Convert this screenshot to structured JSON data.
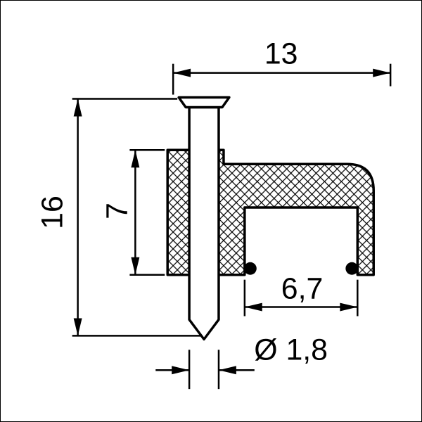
{
  "drawing": {
    "colors": {
      "line": "#000000",
      "background": "#ffffff"
    },
    "dimensions": {
      "total_width": {
        "label": "13"
      },
      "total_height": {
        "label": "16"
      },
      "leg_height": {
        "label": "7"
      },
      "channel_width": {
        "label": "6,7"
      },
      "nail_diameter": {
        "label": "Ø 1,8"
      }
    }
  }
}
